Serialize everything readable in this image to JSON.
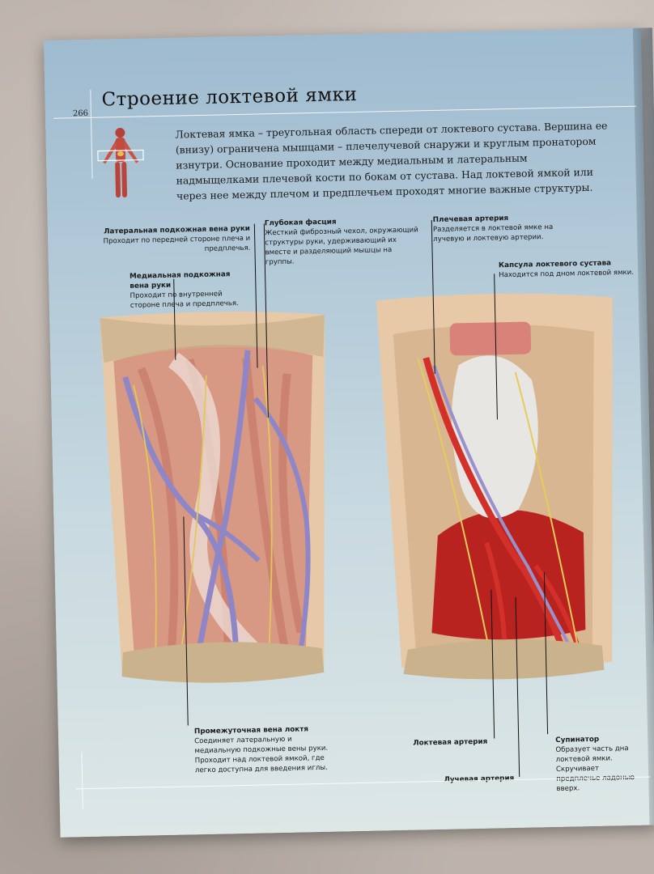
{
  "page": {
    "number": "266",
    "title": "Строение локтевой ямки",
    "intro": "Локтевая ямка – треугольная область спереди от локтевого сустава. Вершина ее (внизу) ограничена мышцами – плечелучевой снаружи и круглым пронатором изнутри. Основание проходит между медиальным и латеральным надмыщелками плечевой кости по бокам от сустава. Над локтевой ямкой или через нее между плечом и предплечьем проходят многие важные структуры."
  },
  "labels": {
    "lateral_vein": {
      "title": "Латеральная подкожная вена руки",
      "text": "Проходит по передней стороне плеча и предплечья."
    },
    "deep_fascia": {
      "title": "Глубокая фасция",
      "text": "Жесткий фиброзный чехол, окружающий структуры руки, удерживающий их вместе и разделяющий мышцы на группы."
    },
    "brachial_artery": {
      "title": "Плечевая артерия",
      "text": "Разделяется в локтевой ямке на лучевую и локтевую артерии."
    },
    "medial_vein": {
      "title": "Медиальная подкожная вена руки",
      "text": "Проходит по внутренней стороне плеча и предплечья."
    },
    "capsule": {
      "title": "Капсула локтевого сустава",
      "text": "Находится под дном локтевой ямки."
    },
    "median_cubital_vein": {
      "title": "Промежуточная вена локтя",
      "text": "Соединяет латеральную и медиальную подкожные вены руки. Проходит над локтевой ямкой, где легко доступна для введения иглы."
    },
    "ulnar_artery": {
      "title": "Локтевая артерия",
      "text": ""
    },
    "radial_artery": {
      "title": "Лучевая артерия",
      "text": ""
    },
    "supinator": {
      "title": "Супинатор",
      "text": "Образует часть дна локтевой ямки. Скручивает предплечье ладонью вверх."
    }
  }
}
